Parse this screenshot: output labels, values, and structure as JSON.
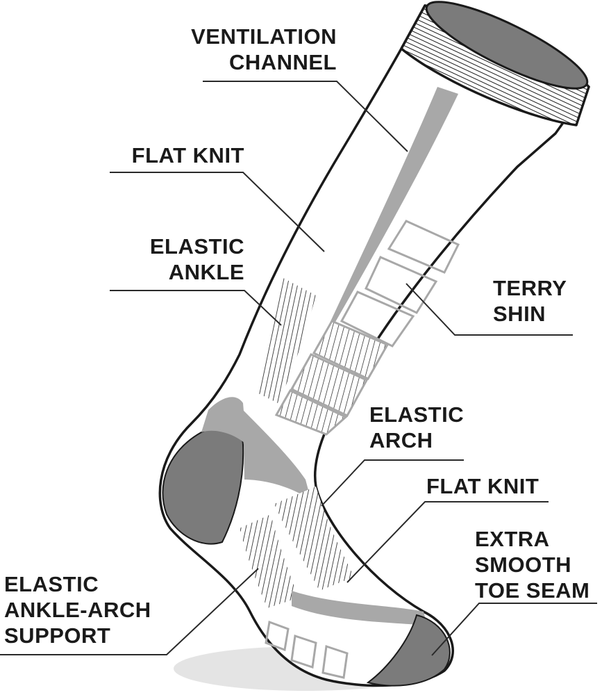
{
  "labels": {
    "ventilation_channel": [
      "VENTILATION",
      "CHANNEL"
    ],
    "flat_knit_upper": [
      "FLAT KNIT"
    ],
    "elastic_ankle": [
      "ELASTIC",
      "ANKLE"
    ],
    "terry_shin": [
      "TERRY",
      "SHIN"
    ],
    "elastic_arch": [
      "ELASTIC",
      "ARCH"
    ],
    "flat_knit_lower": [
      "FLAT KNIT"
    ],
    "toe_seam": [
      "EXTRA",
      "SMOOTH",
      "TOE SEAM"
    ],
    "ankle_arch_support": [
      "ELASTIC",
      "ANKLE-ARCH",
      "SUPPORT"
    ]
  },
  "colors": {
    "outline": "#1a1a1a",
    "dark_zone": "#7b7b7b",
    "mid_zone": "#a8a8a8",
    "light_zone": "#d6d6d6",
    "shadow": "#e3e3e3"
  }
}
